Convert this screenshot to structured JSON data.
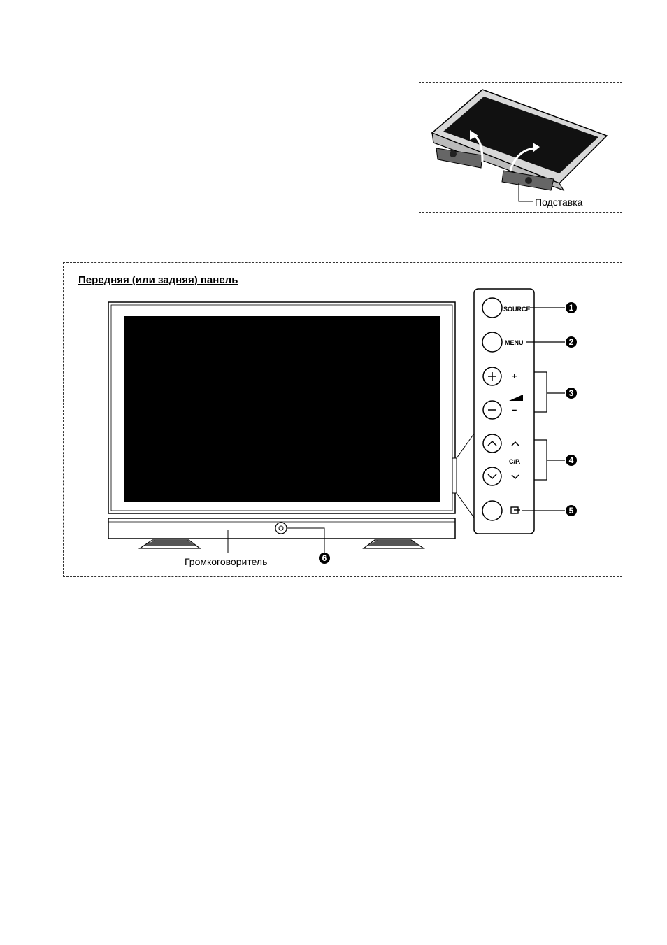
{
  "stand_figure": {
    "label": "Подставка"
  },
  "front_panel": {
    "title": "Передняя (или задняя) панель",
    "speaker_label": "Громкоговоритель",
    "buttons": {
      "source": "SOURCE",
      "menu": "MENU",
      "vol_plus": "+",
      "vol_minus": "–",
      "channel": "C/P.",
      "ch_up": "^",
      "ch_down": "v"
    },
    "callouts": [
      "1",
      "2",
      "3",
      "4",
      "5",
      "6"
    ]
  }
}
